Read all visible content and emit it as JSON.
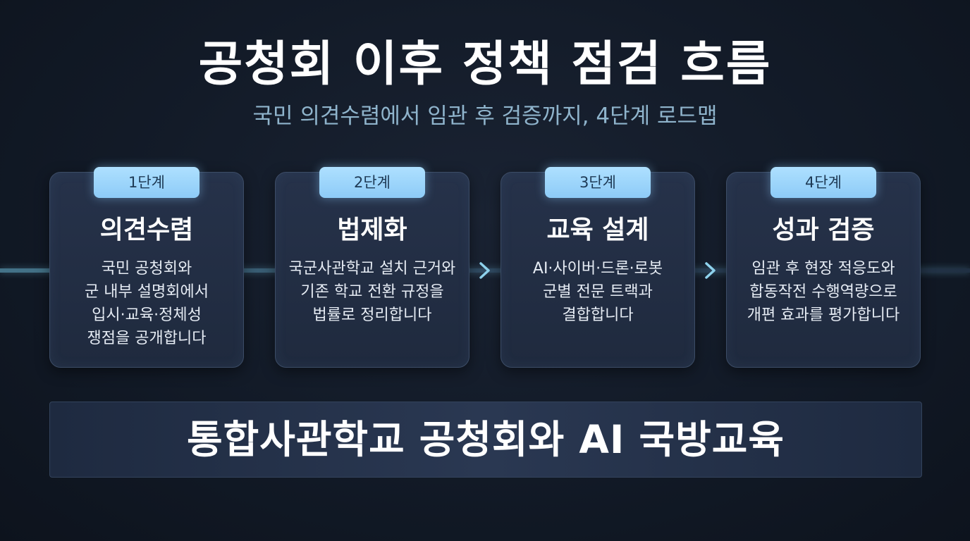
{
  "header": {
    "title": "공청회 이후 정책 점검 흐름",
    "subtitle": "국민 의견수렴에서 임관 후 검증까지, 4단계 로드맵"
  },
  "steps": [
    {
      "badge": "1단계",
      "title": "의견수렴",
      "lines": [
        "국민 공청회와",
        "군 내부 설명회에서",
        "입시·교육·정체성",
        "쟁점을 공개합니다"
      ]
    },
    {
      "badge": "2단계",
      "title": "법제화",
      "lines": [
        "국군사관학교 설치 근거와",
        "기존 학교 전환 규정을",
        "법률로 정리합니다"
      ]
    },
    {
      "badge": "3단계",
      "title": "교육 설계",
      "lines": [
        "AI·사이버·드론·로봇",
        "군별 전문 트랙과",
        "결합합니다"
      ]
    },
    {
      "badge": "4단계",
      "title": "성과 검증",
      "lines": [
        "임관 후 현장 적응도와",
        "합동작전 수행역량으로",
        "개편 효과를 평가합니다"
      ]
    }
  ],
  "footer": {
    "banner_text": "통합사관학교 공청회와 AI 국방교육"
  },
  "colors": {
    "background": "#121a27",
    "badge": "#9fd6fb",
    "subtitle": "#8fb4cc",
    "arrow": "#8fd3ee"
  },
  "icons": {
    "arrow": "chevron-right-icon"
  }
}
